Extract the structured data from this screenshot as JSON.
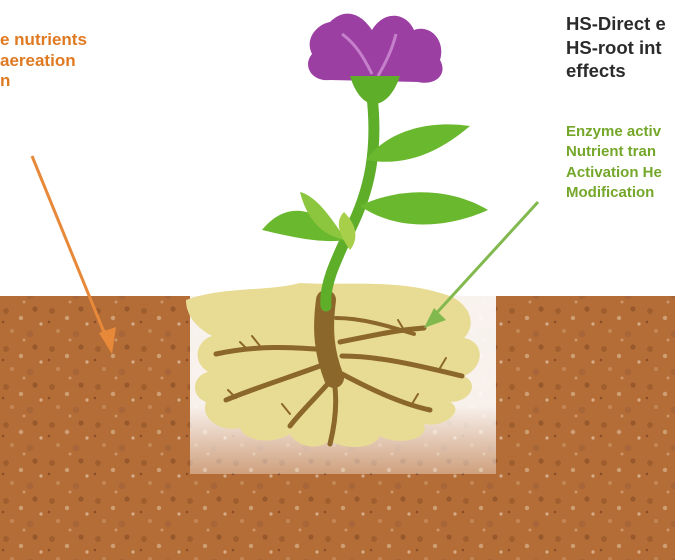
{
  "left_text": "e nutrients\naereation\nn",
  "right_title": "HS-Direct e\nHS-root int\neffects",
  "right_list": "Enzyme activ\nNutrient tran\nActivation He\nModification",
  "colors": {
    "left_text": "#e07a22",
    "right_list": "#74a72a",
    "right_title": "#2b2b2b",
    "soil": "#b8703a",
    "root_zone": "#e6d98e",
    "petal": "#9b3fa3",
    "leaf": "#6ab82e",
    "root": "#8f6a2c"
  }
}
